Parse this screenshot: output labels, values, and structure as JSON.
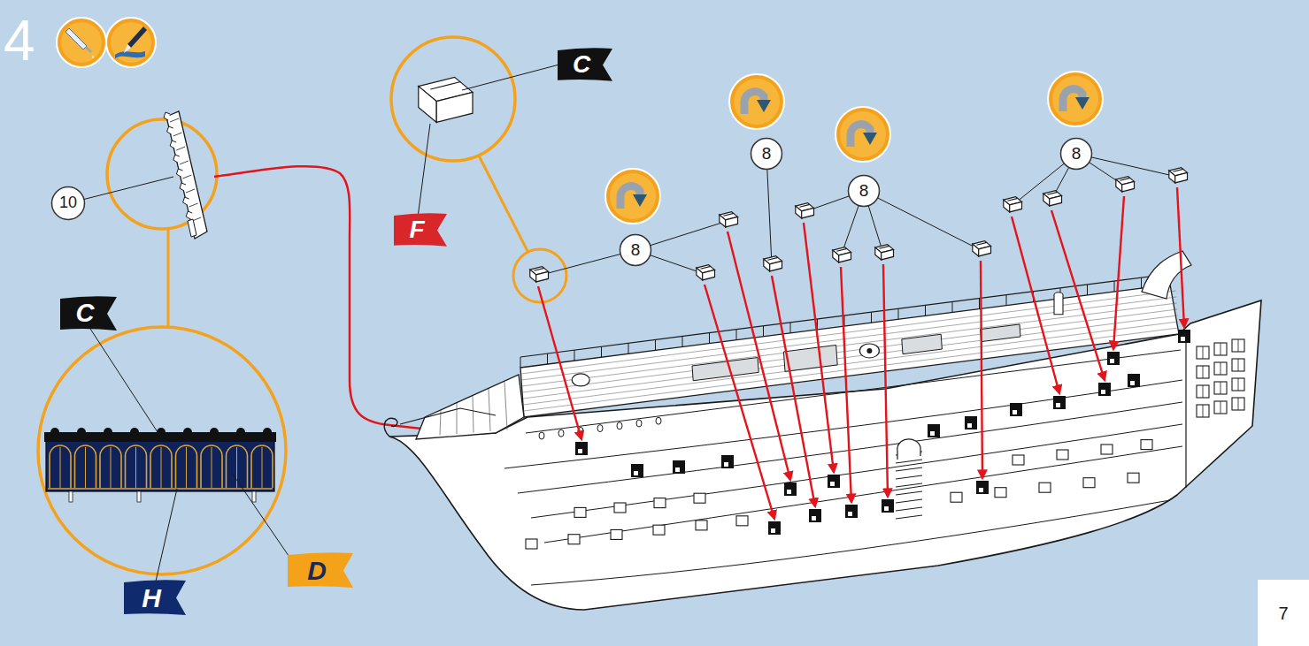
{
  "diagram": {
    "nodes": [
      {
        "text": [
          "C"
        ]
      },
      {
        "text": [
          "F"
        ]
      },
      {
        "text": [
          "10"
        ]
      },
      {
        "text": [
          "8"
        ]
      },
      {
        "text": [
          "8"
        ]
      },
      {
        "text": [
          "8"
        ]
      },
      {
        "text": [
          "8"
        ]
      },
      {
        "text": [
          "C"
        ]
      },
      {
        "text": [
          "D"
        ]
      },
      {
        "text": [
          "H"
        ]
      },
      {
        "text": [
          "7"
        ]
      }
    ],
    "labels": [
      "4"
    ]
  }
}
